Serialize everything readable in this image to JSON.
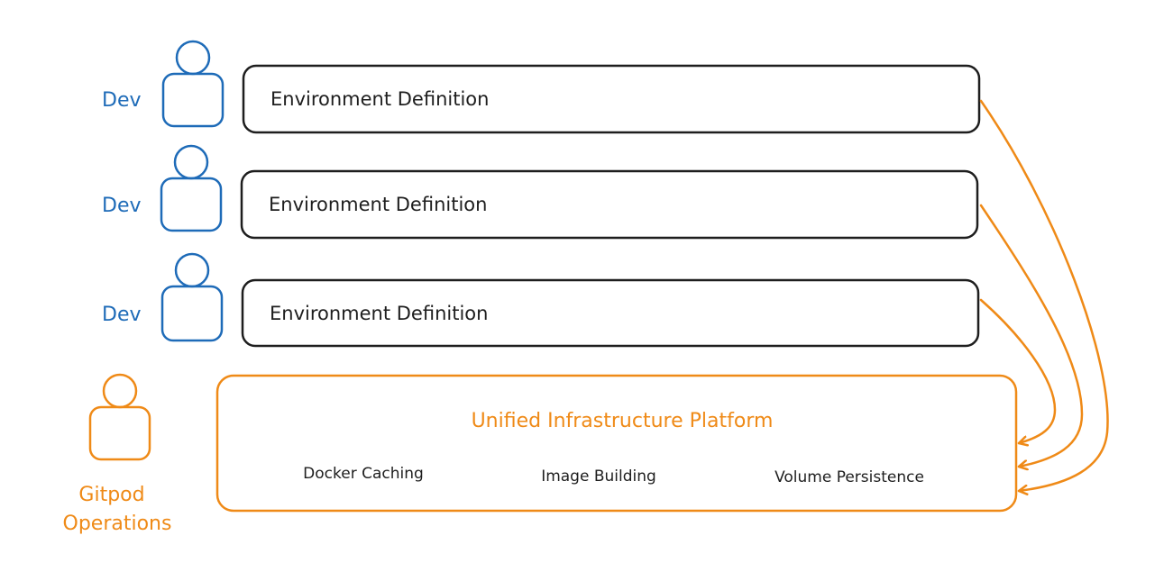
{
  "colors": {
    "dev": "#1e6bb8",
    "ops": "#ef8a17",
    "box_stroke": "#1e1e1e",
    "text": "#1e1e1e",
    "background": "#ffffff"
  },
  "developers": [
    {
      "label": "Dev",
      "box_label": "Environment Definition"
    },
    {
      "label": "Dev",
      "box_label": "Environment Definition"
    },
    {
      "label": "Dev",
      "box_label": "Environment Definition"
    }
  ],
  "operations": {
    "label_line1": "Gitpod",
    "label_line2": "Operations"
  },
  "platform": {
    "title": "Unified Infrastructure Platform",
    "features": [
      "Docker Caching",
      "Image Building",
      "Volume Persistence"
    ]
  },
  "icons": {
    "developer": "person-icon",
    "operator": "person-icon"
  }
}
